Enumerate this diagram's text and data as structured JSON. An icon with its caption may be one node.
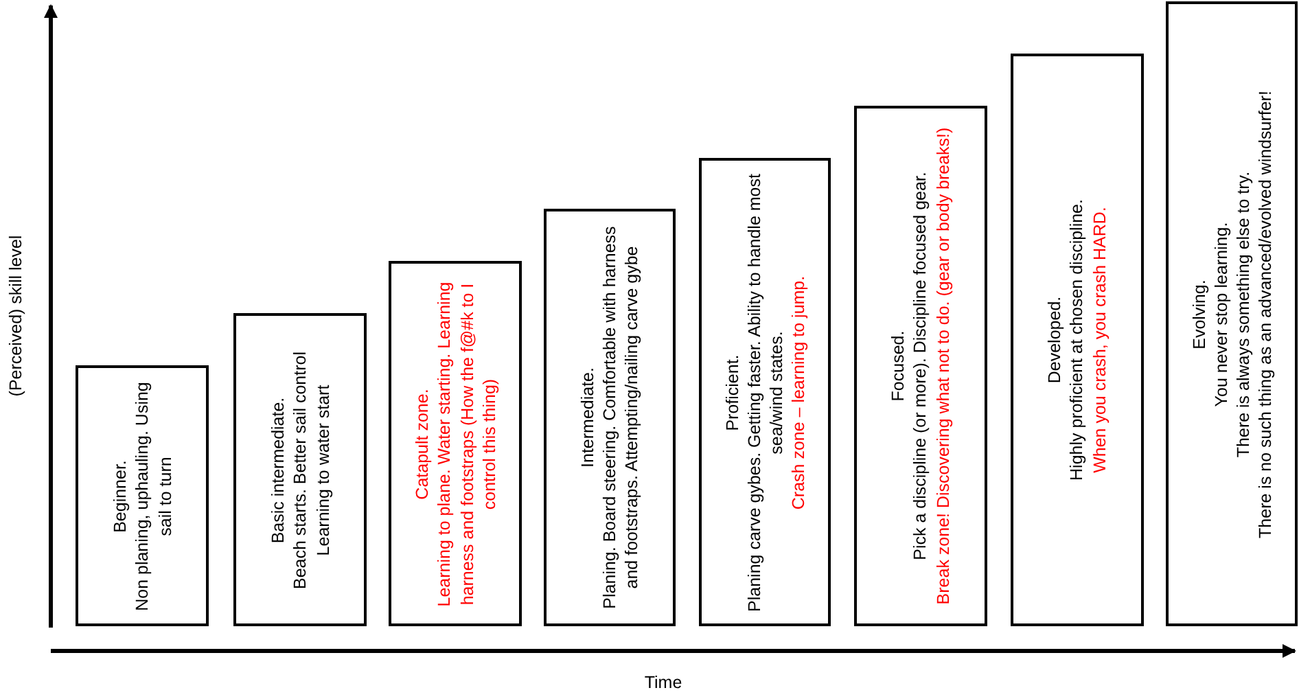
{
  "diagram": {
    "nodes": [
      {
        "text": [
          "Beginner.",
          "Non planing, uphauling. Using sail to turn"
        ]
      },
      {
        "text": [
          "Basic intermediate.",
          "Beach starts. Better sail control Learning to water start"
        ]
      },
      {
        "text": [
          "Catapult zone.",
          "Learning to plane. Water starting. Learning harness and footstraps (How the f@#k to I control this thing)"
        ]
      },
      {
        "text": [
          "Intermediate.",
          "Planing. Board steering. Comfortable with harness and footstraps. Attempting/nailing carve gybe"
        ]
      },
      {
        "text": [
          "Proficient.",
          "Planing carve gybes. Getting faster. Ability to handle most sea/wind states.",
          "Crash zone – learning to jump."
        ]
      },
      {
        "text": [
          "Focused.",
          "Pick a discipline (or more). Discipline focused gear.",
          "Break zone! Discovering what not to do. (gear or body breaks!)"
        ]
      },
      {
        "text": [
          "Developed.",
          "Highly proficient at chosen discipline.",
          "When you crash, you crash HARD."
        ]
      },
      {
        "text": [
          "Evolving.",
          "You never stop learning.",
          "There is always something else to try.",
          "There is no such thing as an advanced/evolved windsurfer!"
        ]
      }
    ],
    "labels": [
      "(Perceived) skill level",
      "Time"
    ]
  }
}
